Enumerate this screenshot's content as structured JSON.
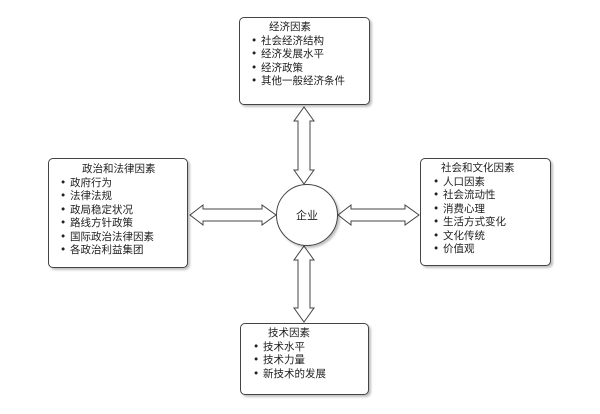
{
  "center": {
    "label": "企业"
  },
  "economic": {
    "title": "经济因素",
    "items": [
      "社会经济结构",
      "经济发展水平",
      "经济政策",
      "其他一般经济条件"
    ]
  },
  "political": {
    "title": "政治和法律因素",
    "items": [
      "政府行为",
      "法律法规",
      "政局稳定状况",
      "路线方针政策",
      "国际政治法律因素",
      "各政治利益集团"
    ]
  },
  "social": {
    "title": "社会和文化因素",
    "items": [
      "人口因素",
      "社会流动性",
      "消费心理",
      "生活方式变化",
      "文化传统",
      "价值观"
    ]
  },
  "tech": {
    "title": "技术因素",
    "items": [
      "技术水平",
      "技术力量",
      "新技术的发展"
    ]
  }
}
